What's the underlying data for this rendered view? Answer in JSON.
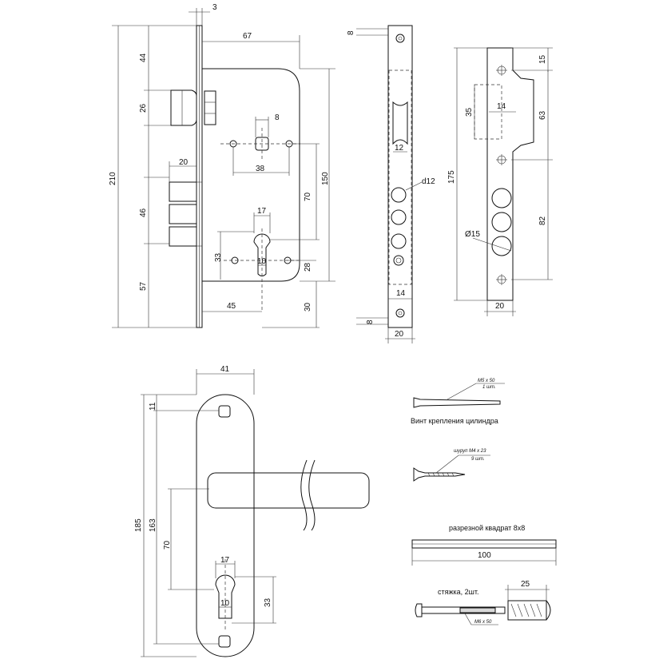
{
  "dims": {
    "d3": "3",
    "d67": "67",
    "d44": "44",
    "d26": "26",
    "d8": "8",
    "d38": "38",
    "d210": "210",
    "d20": "20",
    "d46": "46",
    "d150": "150",
    "d70": "70",
    "d17": "17",
    "d33": "33",
    "d10": "10",
    "d28": "28",
    "d57": "57",
    "d45": "45",
    "d30": "30",
    "faceplate_8_top": "8",
    "faceplate_12": "12",
    "faceplate_d12": "d12",
    "faceplate_14": "14",
    "faceplate_8_bottom": "8",
    "faceplate_20": "20",
    "strike_15": "15",
    "strike_35": "35",
    "strike_14": "14",
    "strike_63": "63",
    "strike_175": "175",
    "strike_82": "82",
    "strike_dia15": "Ø15",
    "strike_20": "20",
    "handle_41": "41",
    "handle_11": "11",
    "handle_185": "185",
    "handle_163": "163",
    "handle_70": "70",
    "handle_17": "17",
    "handle_10": "10",
    "handle_33": "33",
    "square_100": "100",
    "tie_25": "25"
  },
  "parts": {
    "cyl_screw_spec": "M5 x 50",
    "cyl_screw_qty": "1 шт.",
    "cyl_screw_caption": "Винт крепления цилиндра",
    "wood_screw_spec": "шуруп М4 x 23",
    "wood_screw_qty": "9 шт.",
    "square_caption": "разрезной квадрат 8x8",
    "tie_caption": "стяжка, 2шт.",
    "tie_spec": "М6 x 50"
  }
}
